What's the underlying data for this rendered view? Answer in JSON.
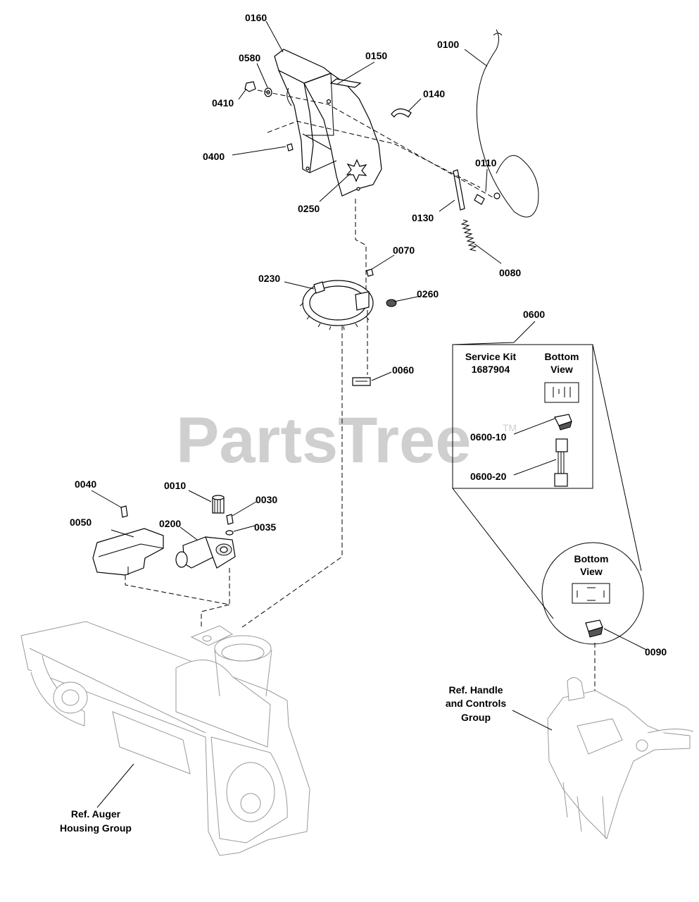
{
  "watermark": {
    "brand": "PartsTree",
    "trademark": "TM"
  },
  "callouts": {
    "p0160": "0160",
    "p0580": "0580",
    "p0150": "0150",
    "p0100": "0100",
    "p0410": "0410",
    "p0140": "0140",
    "p0400": "0400",
    "p0110": "0110",
    "p0250": "0250",
    "p0130": "0130",
    "p0070": "0070",
    "p0080": "0080",
    "p0230": "0230",
    "p0260": "0260",
    "p0600": "0600",
    "p0060": "0060",
    "p0040": "0040",
    "p0010": "0010",
    "p0030": "0030",
    "p0050": "0050",
    "p0200": "0200",
    "p0035": "0035",
    "p0600_10": "0600-10",
    "p0600_20": "0600-20",
    "p0090": "0090"
  },
  "service_kit": {
    "title_line1": "Service Kit",
    "title_line2": "1687904",
    "bottom_view_line1": "Bottom",
    "bottom_view_line2": "View"
  },
  "detail_circle": {
    "bottom_view_line1": "Bottom",
    "bottom_view_line2": "View"
  },
  "references": {
    "handle_line1": "Ref. Handle",
    "handle_line2": "and Controls",
    "handle_line3": "Group",
    "auger_line1": "Ref. Auger",
    "auger_line2": "Housing Group"
  }
}
